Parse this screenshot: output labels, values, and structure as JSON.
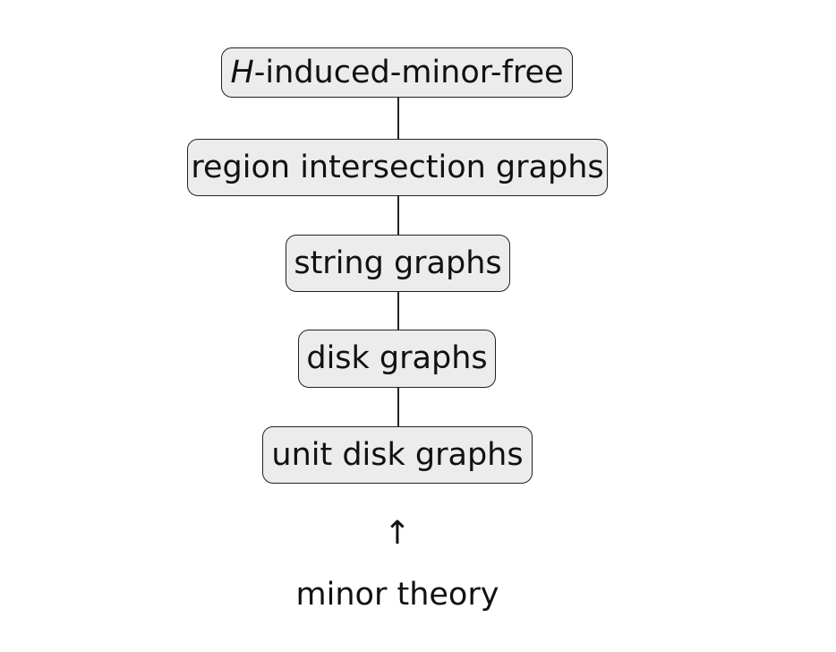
{
  "nodes": [
    {
      "prefix": "H",
      "rest": "-induced-minor-free"
    },
    {
      "text": "region intersection graphs"
    },
    {
      "text": "string graphs"
    },
    {
      "text": "disk graphs"
    },
    {
      "text": "unit disk graphs"
    }
  ],
  "arrow": "↑",
  "caption": "minor theory",
  "colors": {
    "node_fill": "#ececec",
    "node_border": "#222222",
    "text": "#111111"
  }
}
